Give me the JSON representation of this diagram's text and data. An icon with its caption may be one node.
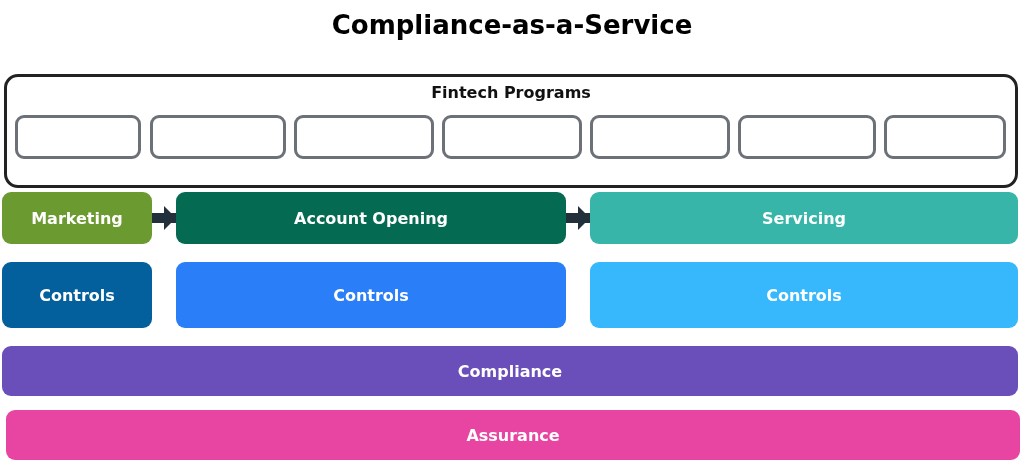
{
  "diagram": {
    "title": "Compliance-as-a-Service",
    "nodes": [
      {
        "text": [
          "Fintech Programs"
        ]
      },
      {
        "text": [],
        "shape": "box",
        "in": 0
      },
      {
        "text": [],
        "shape": "box",
        "in": 0
      },
      {
        "text": [],
        "shape": "box",
        "in": 0
      },
      {
        "text": [],
        "shape": "box",
        "in": 0
      },
      {
        "text": [],
        "shape": "box",
        "in": 0
      },
      {
        "text": [],
        "shape": "box",
        "in": 0
      },
      {
        "text": [],
        "shape": "box",
        "in": 0
      },
      {
        "text": [
          "Marketing"
        ]
      },
      {
        "text": [
          "Account Opening"
        ]
      },
      {
        "text": [
          "Servicing"
        ]
      },
      {
        "text": [
          "Controls"
        ]
      },
      {
        "text": [
          "Controls"
        ]
      },
      {
        "text": [
          "Controls"
        ]
      },
      {
        "text": [
          "Compliance"
        ]
      },
      {
        "text": [
          "Assurance"
        ]
      }
    ],
    "edges": [
      {
        "from": 8,
        "to": 9,
        "arrow": "to"
      },
      {
        "from": 9,
        "to": 10,
        "arrow": "to"
      }
    ]
  }
}
